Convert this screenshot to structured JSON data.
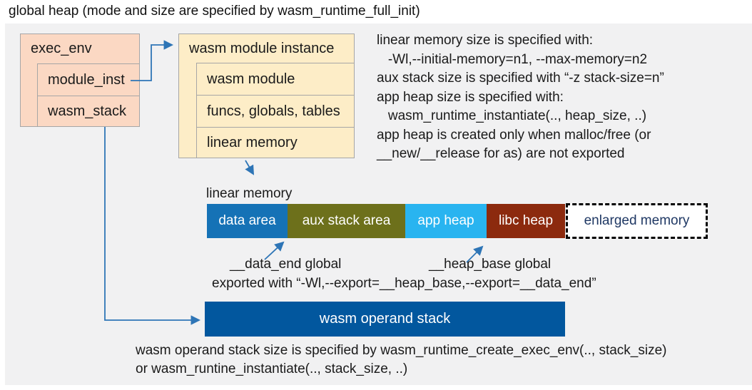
{
  "title": "global heap (mode and size are specified by wasm_runtime_full_init)",
  "colors": {
    "panel": "#f1f1f2",
    "salmon": "#fbd8c3",
    "cream": "#fdedc7",
    "box_border": "#a6a6a6",
    "arrow_blue": "#2e75b6",
    "data_area": "#1572b6",
    "aux_stack": "#6d701b",
    "app_heap": "#29b4f0",
    "libc_heap": "#8c2a0e",
    "enlarged_bg": "#ffffff",
    "enlarged_text": "#1f3864",
    "operand_stack": "#02579e"
  },
  "exec_env": {
    "title": "exec_env",
    "fields": [
      "module_inst",
      "wasm_stack"
    ]
  },
  "module_instance": {
    "title": "wasm module instance",
    "fields": [
      "wasm module",
      "funcs, globals, tables",
      "linear memory"
    ]
  },
  "notes": {
    "lines": [
      "linear memory size is specified with:",
      "   -Wl,--initial-memory=n1, --max-memory=n2",
      "aux stack size is specified with “-z stack-size=n”",
      "app heap size is specified with:",
      "   wasm_runtime_instantiate(.., heap_size, ..)",
      "app heap is created only when malloc/free (or",
      "__new/__release for as) are not exported"
    ]
  },
  "linear_memory": {
    "label": "linear memory",
    "segments": [
      {
        "label": "data area"
      },
      {
        "label": "aux stack area"
      },
      {
        "label": "app heap"
      },
      {
        "label": "libc heap"
      },
      {
        "label": "enlarged memory"
      }
    ],
    "data_end_label": "__data_end global",
    "heap_base_label": "__heap_base global",
    "export_note": "exported with “-Wl,--export=__heap_base,--export=__data_end”"
  },
  "operand_stack": {
    "label": "wasm operand stack",
    "note": "wasm operand stack size is specified by wasm_runtime_create_exec_env(.., stack_size)\nor wasm_runtine_instantiate(.., stack_size, ..)"
  }
}
